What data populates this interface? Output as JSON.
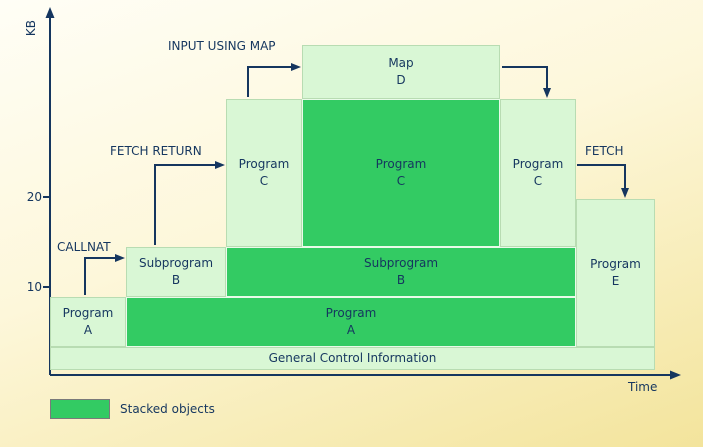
{
  "diagram": {
    "y_axis_label": "KB",
    "x_axis_label": "Time",
    "ticks": [
      {
        "value": "20"
      },
      {
        "value": "10"
      }
    ],
    "boxes": {
      "program_a_left": "Program\nA",
      "program_a_stacked": "Program\nA",
      "subprogram_b_left": "Subprogram\nB",
      "subprogram_b_stacked": "Subprogram\nB",
      "program_c_left": "Program\nC",
      "program_c_stacked": "Program\nC",
      "map_d": "Map\nD",
      "program_c_right": "Program\nC",
      "program_e": "Program\nE",
      "general_control": "General Control Information"
    },
    "arrow_labels": {
      "callnat": "CALLNAT",
      "fetch_return": "FETCH RETURN",
      "input_using_map": "INPUT USING MAP",
      "fetch": "FETCH"
    },
    "colors": {
      "stacked_fill": "#33cb63",
      "unstacked_fill": "#d9f7d5",
      "line_color": "#15365f",
      "text_color": "#15365f",
      "background_top": "#fffef6",
      "background_bottom": "#f3e49c"
    }
  },
  "legend": {
    "label": "Stacked objects"
  }
}
